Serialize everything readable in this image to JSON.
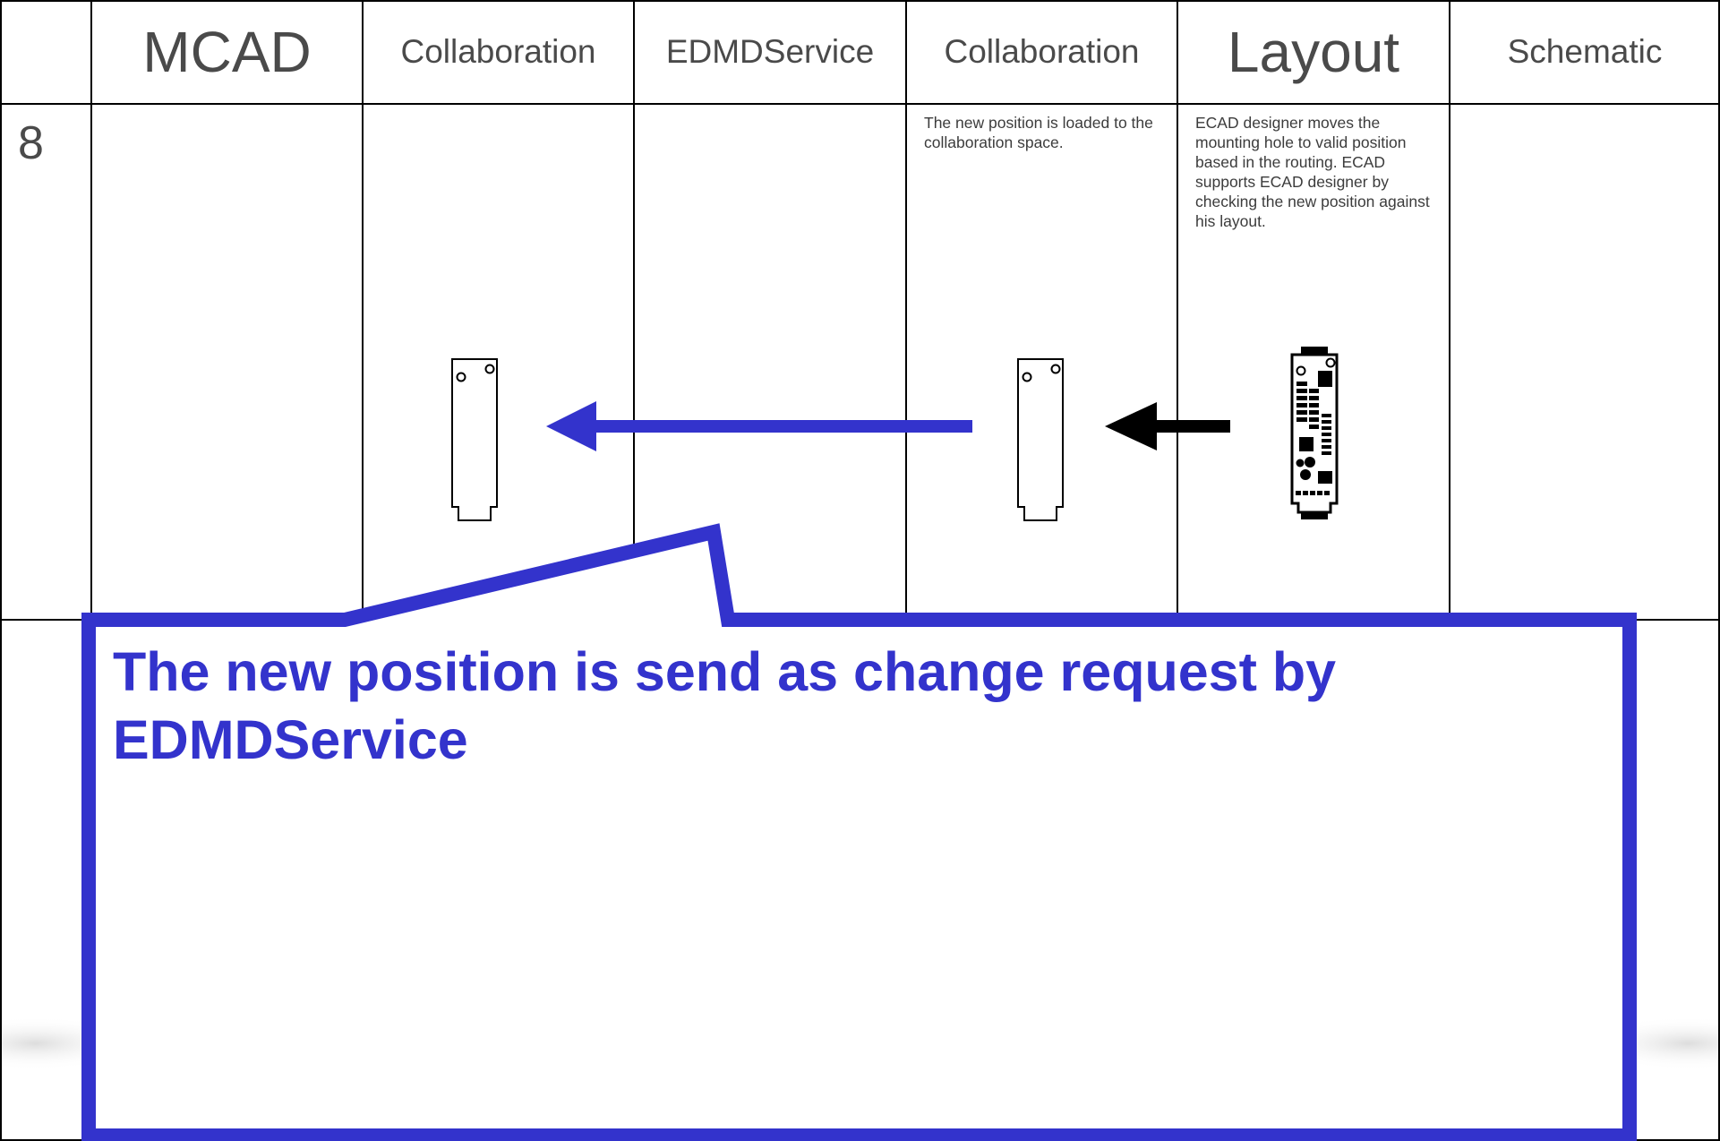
{
  "columns": {
    "mcad": "MCAD",
    "collaboration_left": "Collaboration",
    "edmd_service": "EDMDService",
    "collaboration_right": "Collaboration",
    "layout": "Layout",
    "schematic": "Schematic"
  },
  "row": {
    "number": "8",
    "collaboration_note": "The new position is loaded to the collaboration space.",
    "layout_note": "ECAD designer moves the mounting hole to valid position based in the routing. ECAD supports ECAD designer by checking the new position against his layout."
  },
  "callout": {
    "text": "The new position is send as change request by EDMDService"
  },
  "colors": {
    "callout": "#3333cc",
    "grid": "#000000",
    "header_text": "#4a4a4a"
  }
}
